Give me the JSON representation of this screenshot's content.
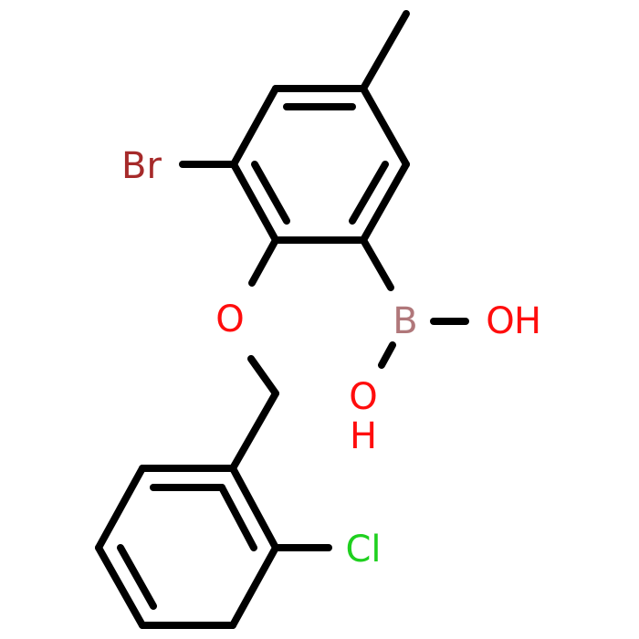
{
  "molecule": {
    "atoms": {
      "bromine": {
        "text": "Br",
        "color": "#a62a2a"
      },
      "ether_oxygen": {
        "text": "O",
        "color": "#ff0d0d"
      },
      "boron": {
        "text": "B",
        "color": "#b0777a"
      },
      "hydroxyl_right_oxygen": {
        "text": "O",
        "color": "#ff0d0d"
      },
      "hydroxyl_right_hydrogen": {
        "text": "H",
        "color": "#ff0d0d"
      },
      "hydroxyl_bottom_oxygen": {
        "text": "O",
        "color": "#ff0d0d"
      },
      "hydroxyl_bottom_hydrogen": {
        "text": "H",
        "color": "#ff0d0d"
      },
      "chlorine": {
        "text": "Cl",
        "color": "#1fd01f"
      }
    },
    "bond_color": "#000000"
  }
}
